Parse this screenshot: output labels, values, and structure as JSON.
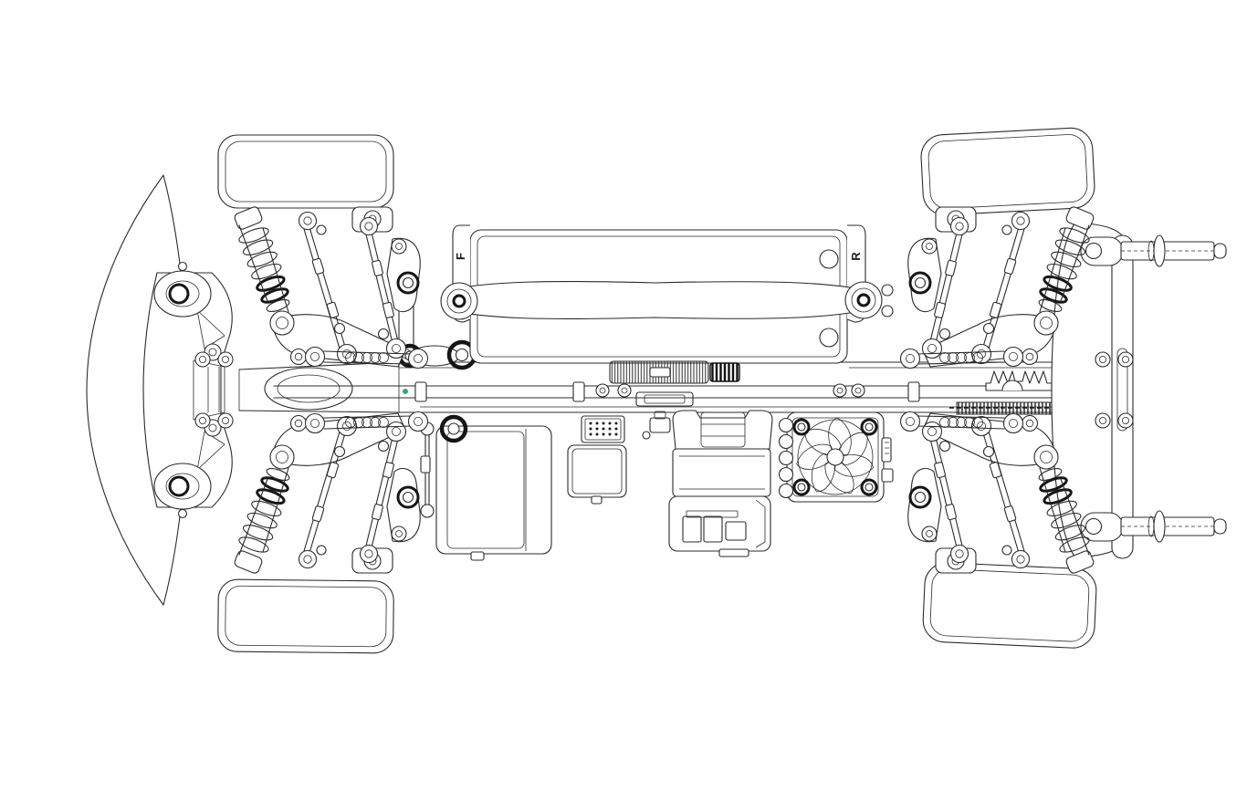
{
  "illustration": {
    "type": "technical-line-drawing",
    "subject": "RC touring car chassis, top view",
    "background": "#ffffff",
    "line_color": "#2b2b2b",
    "accent_color": "#36a878",
    "labels": {
      "front_bracket": "F",
      "rear_bracket": "R"
    },
    "parts": [
      "front-bumper",
      "front-body-mount-brace",
      "wheel-front-left",
      "wheel-front-right",
      "wheel-rear-left",
      "wheel-rear-right",
      "front-upper-shock",
      "front-lower-shock",
      "rear-upper-shock",
      "rear-lower-shock",
      "camber-turnbuckle-links",
      "steering-bellcrank",
      "front-differential",
      "main-drive-shaft",
      "battery-box",
      "battery-strap",
      "spur-gear",
      "motor-pinion",
      "steering-servo",
      "receiver",
      "esc",
      "electric-motor",
      "cooling-fan",
      "rear-differential",
      "rear-shock-tower",
      "rear-body-posts",
      "rear-bumper-mount"
    ]
  }
}
